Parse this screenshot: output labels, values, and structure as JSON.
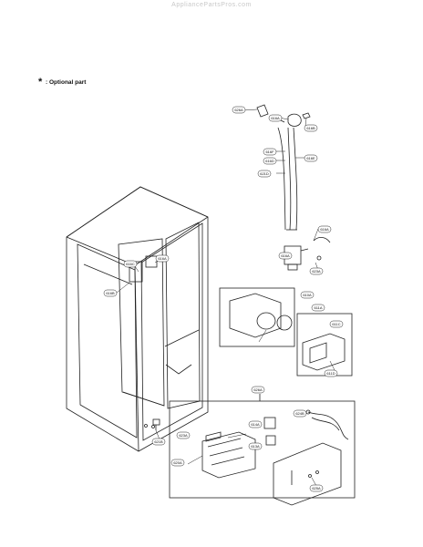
{
  "watermark": "AppliancePartsPros.com",
  "note": {
    "star": "*",
    "text": ": Optional part"
  },
  "labels": [
    {
      "id": "l1",
      "text": "626A"
    },
    {
      "id": "l2",
      "text": "616A"
    },
    {
      "id": "l3",
      "text": "616B"
    },
    {
      "id": "l4",
      "text": "616F"
    },
    {
      "id": "l5",
      "text": "616D"
    },
    {
      "id": "l6",
      "text": "616E"
    },
    {
      "id": "l7",
      "text": "621D"
    },
    {
      "id": "l8",
      "text": "616A"
    },
    {
      "id": "l9",
      "text": "616A"
    },
    {
      "id": "l10",
      "text": "623A"
    },
    {
      "id": "l11",
      "text": "616C"
    },
    {
      "id": "l12",
      "text": "616A"
    },
    {
      "id": "l13",
      "text": "616B"
    },
    {
      "id": "l14",
      "text": "610A"
    },
    {
      "id": "l15",
      "text": "611A"
    },
    {
      "id": "l16",
      "text": "611C"
    },
    {
      "id": "l17",
      "text": "611D"
    },
    {
      "id": "l18",
      "text": "626A"
    },
    {
      "id": "l19",
      "text": "614A"
    },
    {
      "id": "l20",
      "text": "624B"
    },
    {
      "id": "l21",
      "text": "613A"
    },
    {
      "id": "l22",
      "text": "625A"
    },
    {
      "id": "l23",
      "text": "623A"
    },
    {
      "id": "l24",
      "text": "620A"
    },
    {
      "id": "l25",
      "text": "621B"
    }
  ]
}
